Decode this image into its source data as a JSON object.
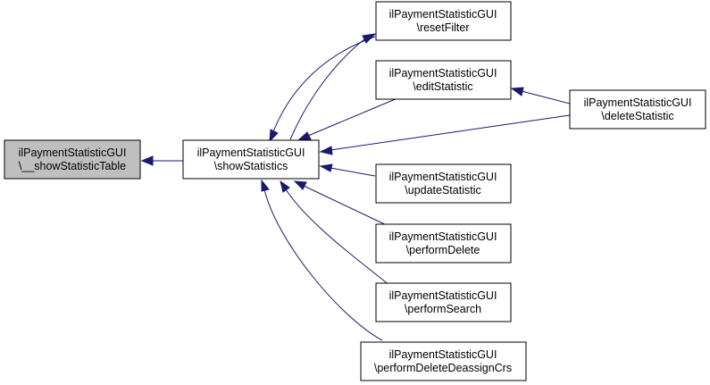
{
  "colors": {
    "edge": "#191970",
    "node_fill": "#ffffff",
    "highlight_fill": "#bfbfbf",
    "border": "#000000"
  },
  "nodes": {
    "showStatisticTable": {
      "line1": "ilPaymentStatisticGUI",
      "line2": "\\__showStatisticTable"
    },
    "showStatistics": {
      "line1": "ilPaymentStatisticGUI",
      "line2": "\\showStatistics"
    },
    "resetFilter": {
      "line1": "ilPaymentStatisticGUI",
      "line2": "\\resetFilter"
    },
    "editStatistic": {
      "line1": "ilPaymentStatisticGUI",
      "line2": "\\editStatistic"
    },
    "deleteStatistic": {
      "line1": "ilPaymentStatisticGUI",
      "line2": "\\deleteStatistic"
    },
    "updateStatistic": {
      "line1": "ilPaymentStatisticGUI",
      "line2": "\\updateStatistic"
    },
    "performDelete": {
      "line1": "ilPaymentStatisticGUI",
      "line2": "\\performDelete"
    },
    "performSearch": {
      "line1": "ilPaymentStatisticGUI",
      "line2": "\\performSearch"
    },
    "performDeleteDeassignCrs": {
      "line1": "ilPaymentStatisticGUI",
      "line2": "\\performDeleteDeassignCrs"
    }
  }
}
